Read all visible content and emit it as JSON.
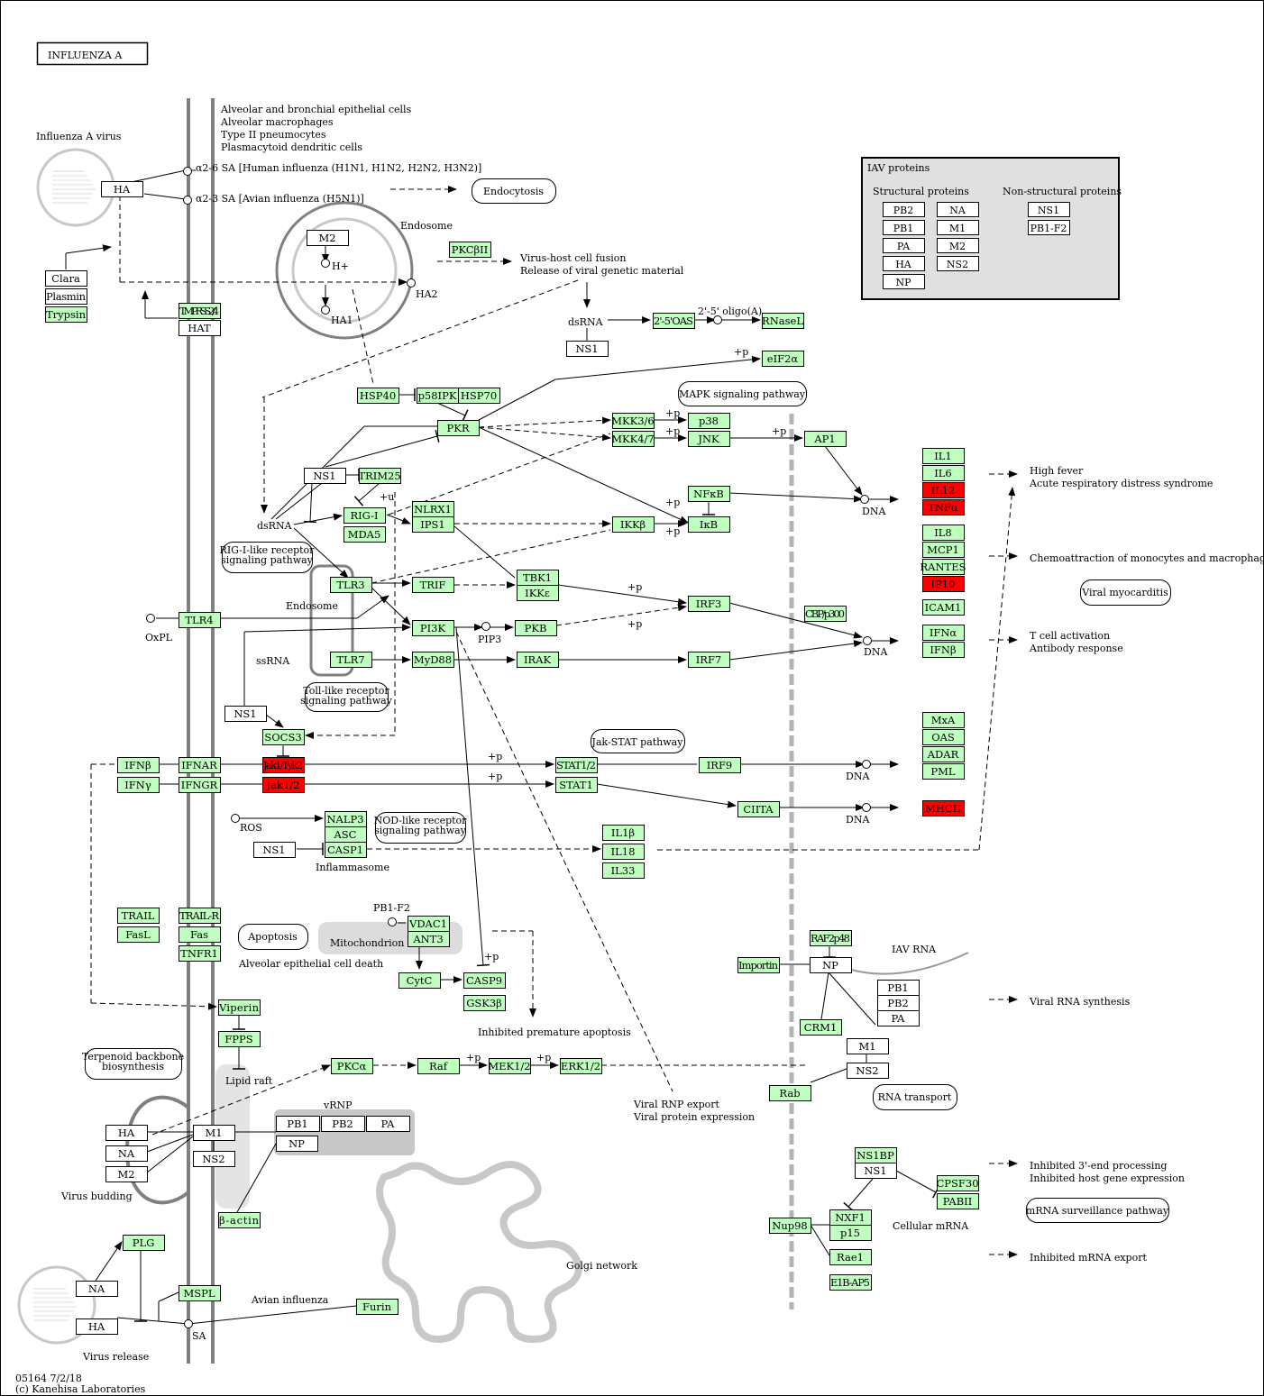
{
  "title": "INFLUENZA A",
  "colors": {
    "green": "#bfffbf",
    "red": "#ff0000",
    "white": "#ffffff",
    "membrane": "#808080",
    "nuclear_membrane": "#b4b4b4",
    "legend_bg": "#e0e0e0"
  },
  "legend": {
    "title": "IAV proteins",
    "structural_label": "Structural proteins",
    "nonstructural_label": "Non-structural proteins",
    "structural": [
      "PB2",
      "PB1",
      "PA",
      "HA",
      "NP",
      "NA",
      "M1",
      "M2",
      "NS2"
    ],
    "nonstructural": [
      "NS1",
      "PB1-F2"
    ]
  },
  "nodes": {
    "ha_top": {
      "label": "HA",
      "color": "white"
    },
    "clara": {
      "label": "Clara",
      "color": "white"
    },
    "plasmin": {
      "label": "Plasmin",
      "color": "white"
    },
    "trypsin": {
      "label": "Trypsin",
      "color": "green"
    },
    "tmprss": {
      "label": "TMPRSS2/4",
      "color": "green"
    },
    "hat": {
      "label": "HAT",
      "color": "white"
    },
    "m2_endo": {
      "label": "M2",
      "color": "white"
    },
    "pkcbii": {
      "label": "PKCβII",
      "color": "green"
    },
    "oas25": {
      "label": "2'-5'OAS",
      "color": "green"
    },
    "ns1_a": {
      "label": "NS1",
      "color": "white"
    },
    "rnasel": {
      "label": "RNaseL",
      "color": "green"
    },
    "eif2a": {
      "label": "eIF2α",
      "color": "green"
    },
    "hsp40": {
      "label": "HSP40",
      "color": "green"
    },
    "p58ipk": {
      "label": "p58IPK",
      "color": "green"
    },
    "hsp70": {
      "label": "HSP70",
      "color": "green"
    },
    "pkr": {
      "label": "PKR",
      "color": "green"
    },
    "mkk36": {
      "label": "MKK3/6",
      "color": "green"
    },
    "mkk47": {
      "label": "MKK4/7",
      "color": "green"
    },
    "p38": {
      "label": "p38",
      "color": "green"
    },
    "jnk": {
      "label": "JNK",
      "color": "green"
    },
    "ap1": {
      "label": "AP1",
      "color": "green"
    },
    "ns1_b": {
      "label": "NS1",
      "color": "white"
    },
    "trim25": {
      "label": "TRIM25",
      "color": "green"
    },
    "rigi": {
      "label": "RIG-I",
      "color": "green"
    },
    "mda5": {
      "label": "MDA5",
      "color": "green"
    },
    "nlrx1": {
      "label": "NLRX1",
      "color": "green"
    },
    "ips1": {
      "label": "IPS1",
      "color": "green"
    },
    "ikkb": {
      "label": "IKKβ",
      "color": "green"
    },
    "nfkb": {
      "label": "NFκB",
      "color": "green"
    },
    "ikb": {
      "label": "IκB",
      "color": "green"
    },
    "tlr3": {
      "label": "TLR3",
      "color": "green"
    },
    "trif": {
      "label": "TRIF",
      "color": "green"
    },
    "tbk1": {
      "label": "TBK1",
      "color": "green"
    },
    "ikke": {
      "label": "IKKε",
      "color": "green"
    },
    "irf3": {
      "label": "IRF3",
      "color": "green"
    },
    "cbp": {
      "label": "CBP/p300",
      "color": "green"
    },
    "tlr4": {
      "label": "TLR4",
      "color": "green"
    },
    "pi3k": {
      "label": "PI3K",
      "color": "green"
    },
    "pkb": {
      "label": "PKB",
      "color": "green"
    },
    "tlr7": {
      "label": "TLR7",
      "color": "green"
    },
    "myd88": {
      "label": "MyD88",
      "color": "green"
    },
    "irak": {
      "label": "IRAK",
      "color": "green"
    },
    "irf7": {
      "label": "IRF7",
      "color": "green"
    },
    "ns1_c": {
      "label": "NS1",
      "color": "white"
    },
    "socs3": {
      "label": "SOCS3",
      "color": "green"
    },
    "ifnb_l": {
      "label": "IFNβ",
      "color": "green"
    },
    "ifnar": {
      "label": "IFNAR",
      "color": "green"
    },
    "jak1tyk2": {
      "label": "Jak1/Tyk2",
      "color": "red"
    },
    "stat12": {
      "label": "STAT1/2",
      "color": "green"
    },
    "irf9": {
      "label": "IRF9",
      "color": "green"
    },
    "ifng": {
      "label": "IFNγ",
      "color": "green"
    },
    "ifngr": {
      "label": "IFNGR",
      "color": "green"
    },
    "jak12": {
      "label": "Jak1/2",
      "color": "red"
    },
    "stat1": {
      "label": "STAT1",
      "color": "green"
    },
    "ciita": {
      "label": "CIITA",
      "color": "green"
    },
    "nalp3": {
      "label": "NALP3",
      "color": "green"
    },
    "asc": {
      "label": "ASC",
      "color": "green"
    },
    "casp1": {
      "label": "CASP1",
      "color": "green"
    },
    "ns1_d": {
      "label": "NS1",
      "color": "white"
    },
    "il1b": {
      "label": "IL1β",
      "color": "green"
    },
    "il18": {
      "label": "IL18",
      "color": "green"
    },
    "il33": {
      "label": "IL33",
      "color": "green"
    },
    "il1": {
      "label": "IL1",
      "color": "green"
    },
    "il6": {
      "label": "IL6",
      "color": "green"
    },
    "il12": {
      "label": "IL12",
      "color": "red"
    },
    "tnfa": {
      "label": "TNFα",
      "color": "red"
    },
    "il8": {
      "label": "IL8",
      "color": "green"
    },
    "mcp1": {
      "label": "MCP1",
      "color": "green"
    },
    "rantes": {
      "label": "RANTES",
      "color": "green"
    },
    "ip10": {
      "label": "IP10",
      "color": "red"
    },
    "icam1": {
      "label": "ICAM1",
      "color": "green"
    },
    "ifna": {
      "label": "IFNα",
      "color": "green"
    },
    "ifnb_r": {
      "label": "IFNβ",
      "color": "green"
    },
    "mxa": {
      "label": "MxA",
      "color": "green"
    },
    "oas": {
      "label": "OAS",
      "color": "green"
    },
    "adar": {
      "label": "ADAR",
      "color": "green"
    },
    "pml": {
      "label": "PML",
      "color": "green"
    },
    "mhcii": {
      "label": "MHCII",
      "color": "red"
    },
    "trail": {
      "label": "TRAIL",
      "color": "green"
    },
    "trailr": {
      "label": "TRAIL-R",
      "color": "green"
    },
    "fasl": {
      "label": "FasL",
      "color": "green"
    },
    "fas": {
      "label": "Fas",
      "color": "green"
    },
    "tnfr1": {
      "label": "TNFR1",
      "color": "green"
    },
    "vdac1": {
      "label": "VDAC1",
      "color": "green"
    },
    "ant3": {
      "label": "ANT3",
      "color": "green"
    },
    "cytc": {
      "label": "CytC",
      "color": "green"
    },
    "casp9": {
      "label": "CASP9",
      "color": "green"
    },
    "gsk3b": {
      "label": "GSK3β",
      "color": "green"
    },
    "viperin": {
      "label": "Viperin",
      "color": "green"
    },
    "fpps": {
      "label": "FPPS",
      "color": "green"
    },
    "pkca": {
      "label": "PKCα",
      "color": "green"
    },
    "raf": {
      "label": "Raf",
      "color": "green"
    },
    "mek12": {
      "label": "MEK1/2",
      "color": "green"
    },
    "erk12": {
      "label": "ERK1/2",
      "color": "green"
    },
    "raf2p48": {
      "label": "RAF2p48",
      "color": "green"
    },
    "np_n": {
      "label": "NP",
      "color": "white"
    },
    "importin": {
      "label": "Importin",
      "color": "green"
    },
    "crm1": {
      "label": "CRM1",
      "color": "green"
    },
    "pb1_n": {
      "label": "PB1",
      "color": "white"
    },
    "pb2_n": {
      "label": "PB2",
      "color": "white"
    },
    "pa_n": {
      "label": "PA",
      "color": "white"
    },
    "m1_n": {
      "label": "M1",
      "color": "white"
    },
    "ns2_n": {
      "label": "NS2",
      "color": "white"
    },
    "rab": {
      "label": "Rab",
      "color": "green"
    },
    "ha_b": {
      "label": "HA",
      "color": "white"
    },
    "na_b": {
      "label": "NA",
      "color": "white"
    },
    "m2_b": {
      "label": "M2",
      "color": "white"
    },
    "m1_b": {
      "label": "M1",
      "color": "white"
    },
    "ns2_b": {
      "label": "NS2",
      "color": "white"
    },
    "pb1_v": {
      "label": "PB1",
      "color": "white"
    },
    "pb2_v": {
      "label": "PB2",
      "color": "white"
    },
    "pa_v": {
      "label": "PA",
      "color": "white"
    },
    "np_v": {
      "label": "NP",
      "color": "white"
    },
    "bactin": {
      "label": "β-actin",
      "color": "green"
    },
    "ns1bp": {
      "label": "NS1BP",
      "color": "green"
    },
    "ns1_e": {
      "label": "NS1",
      "color": "white"
    },
    "cpsf30": {
      "label": "CPSF30",
      "color": "green"
    },
    "pabii": {
      "label": "PABII",
      "color": "green"
    },
    "nxf1": {
      "label": "NXF1",
      "color": "green"
    },
    "p15": {
      "label": "p15",
      "color": "green"
    },
    "rae1": {
      "label": "Rae1",
      "color": "green"
    },
    "e1bap5": {
      "label": "E1B-AP5",
      "color": "green"
    },
    "nup98": {
      "label": "Nup98",
      "color": "green"
    },
    "plg": {
      "label": "PLG",
      "color": "green"
    },
    "na_c": {
      "label": "NA",
      "color": "white"
    },
    "ha_c": {
      "label": "HA",
      "color": "white"
    },
    "mspl": {
      "label": "MSPL",
      "color": "green"
    },
    "furin": {
      "label": "Furin",
      "color": "green"
    }
  },
  "pathway_links": {
    "endocytosis": "Endocytosis",
    "mapk": "MAPK signaling pathway",
    "rig": "RIG-I-like receptor|signaling pathway",
    "toll": "Toll-like receptor|signaling pathway",
    "jakstat": "Jak-STAT pathway",
    "nod": "NOD-like receptor|signaling pathway",
    "apoptosis": "Apoptosis",
    "myocarditis": "Viral myocarditis",
    "rnatransport": "RNA transport",
    "mrna": "mRNA surveillance pathway",
    "terpenoid": "Terpenoid backbone|biosynthesis"
  },
  "texts": {
    "virus": "Influenza A virus",
    "cell1": "Alveolar and bronchial epithelial cells",
    "cell2": "Alveolar macrophages",
    "cell3": "Type II pneumocytes",
    "cell4": "Plasmacytoid dendritic cells",
    "sa26": "α2-6 SA  [Human influenza (H1N1, H1N2, H2N2, H3N2)]",
    "sa23": "α2-3 SA  [Avian influenza (H5N1)]",
    "endosome1": "Endosome",
    "hplus": "H+",
    "ha2": "HA2",
    "ha1": "HA1",
    "fusion1": "Virus-host cell fusion",
    "fusion2": "Release of viral genetic material",
    "dsrna1": "dsRNA",
    "oligo": "2'-5' oligo(A)",
    "dsrna2": "dsRNA",
    "plus_u": "+u",
    "endosome2": "Endosome",
    "oxpl": "OxPL",
    "ssrna": "ssRNA",
    "pip3": "PIP3",
    "dna1": "DNA",
    "dna2": "DNA",
    "dna3": "DNA",
    "dna4": "DNA",
    "fever1": "High fever",
    "fever2": "Acute respiratory distress syndrome",
    "chemo": "Chemoattraction of monocytes and macrophages",
    "tcell1": "T cell activation",
    "tcell2": "Antibody response",
    "ros": "ROS",
    "inflammasome": "Inflammasome",
    "pb1f2": "PB1-F2",
    "mitochondrion": "Mitochondrion",
    "celldeath": "Alveolar epithelial cell death",
    "inhibited_apoptosis": "Inhibited premature apoptosis",
    "iavrna": "IAV RNA",
    "viral_rna_synth": "Viral RNA synthesis",
    "lipidraft": "Lipid raft",
    "vrnp": "vRNP",
    "rnpexport1": "Viral RNP export",
    "rnpexport2": "Viral protein expression",
    "budding": "Virus budding",
    "golgi": "Golgi network",
    "cellular_mrna": "Cellular mRNA",
    "inh3p1": "Inhibited 3'-end processing",
    "inh3p2": "Inhibited host gene expression",
    "inhexport": "Inhibited mRNA export",
    "avian": "Avian influenza",
    "sa": "SA",
    "release": "Virus release",
    "footer1": "05164 7/2/18",
    "footer2": "(c) Kanehisa Laboratories"
  },
  "plus_p": "+p"
}
